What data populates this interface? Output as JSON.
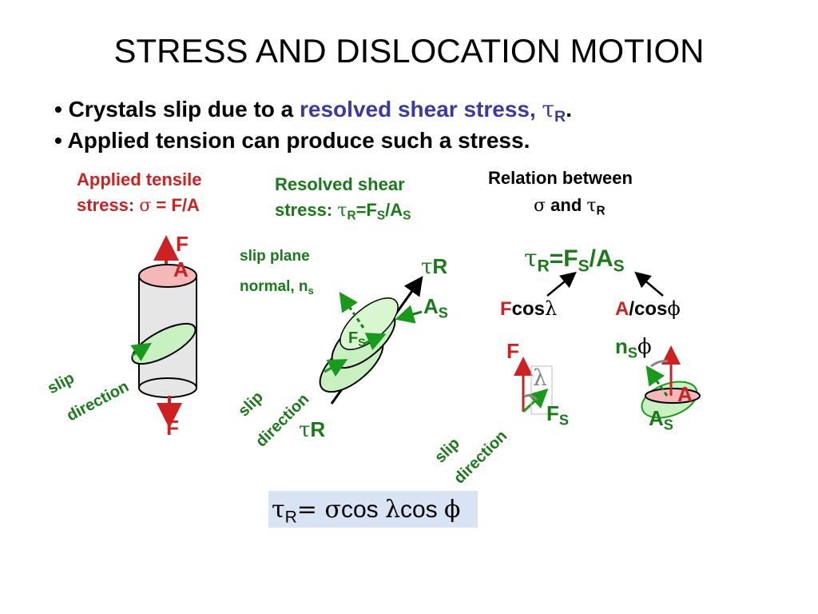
{
  "title": "STRESS AND DISLOCATION MOTION",
  "bullets": {
    "b1_start": "• Crystals slip due to a ",
    "b1_highlight": "resolved shear stress, ",
    "b1_tau": "τ",
    "b1_sub": "R",
    "b1_end": ".",
    "b2": "• Applied tension can produce such a stress."
  },
  "panel1": {
    "head1": "Applied tensile",
    "head2_a": "stress: ",
    "head2_sigma": "σ",
    "head2_b": " = F/A",
    "label_F_top": "F",
    "label_A": "A",
    "label_F_bottom": "F",
    "slip_word": "slip",
    "direction_word": "direction"
  },
  "panel2": {
    "head1": "Resolved shear",
    "head2_a": "stress: ",
    "head2_tau": "τ",
    "head2_R": "R",
    "head2_b": "=F",
    "head2_S1": "S",
    "head2_c": "/A",
    "head2_S2": "S",
    "slip_plane": "slip plane",
    "normal_a": "normal, n",
    "normal_s": "s",
    "tau_top": "τ",
    "tau_top_R": "R",
    "A_label": "A",
    "A_sub": "S",
    "F_label": "F",
    "F_sub": "S",
    "tau_bottom": "τ",
    "tau_bottom_R": "R",
    "slip_word": "slip",
    "direction_word": "direction"
  },
  "panel3": {
    "head1": "Relation between",
    "head2_sigma": "σ",
    "head2_and": " and ",
    "head2_tau": "τ",
    "head2_R": "R",
    "eq_tau": "τ",
    "eq_R": "R",
    "eq_a": "=F",
    "eq_S1": "S",
    "eq_b": "/A",
    "eq_S2": "S",
    "fcos_F": "F",
    "fcos_cos": "cos",
    "fcos_lambda": "λ",
    "acos_A": "A",
    "acos_cos": "/cos",
    "acos_phi": "ϕ",
    "F_label": "F",
    "lambda": "λ",
    "Fs_F": "F",
    "Fs_S": "S",
    "ns_n": "n",
    "ns_S": "S",
    "phi": "ϕ",
    "A_label": "A",
    "As_A": "A",
    "As_S": "S",
    "slip_word": "slip",
    "direction_word": "direction"
  },
  "formula": {
    "tau": "τ",
    "R": "R",
    "eq": "= ",
    "sigma": "σ",
    "cos1": "cos ",
    "lambda": "λ",
    "cos2": "cos ",
    "phi": "ϕ"
  },
  "colors": {
    "red": "#cc2222",
    "green": "#1a7a1a",
    "blue": "#3a3aa0",
    "light_green": "#c8f0c0",
    "cylinder_grey": "#e6e6e6",
    "formula_bg": "#d8e4f4"
  }
}
